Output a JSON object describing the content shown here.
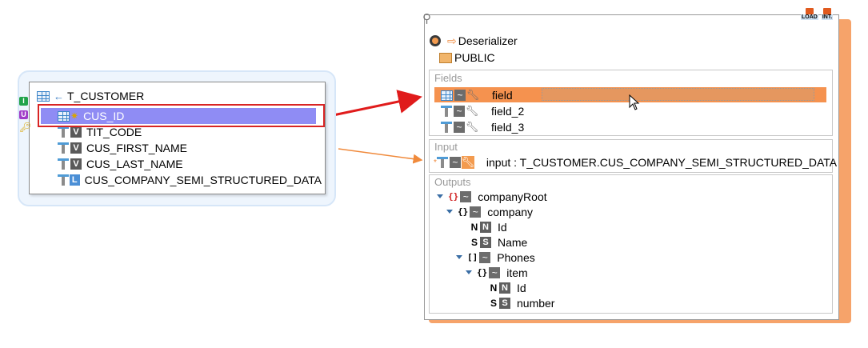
{
  "left_table": {
    "title": "T_CUSTOMER",
    "columns": [
      {
        "name": "CUS_ID",
        "type_icon": "key-icon"
      },
      {
        "name": "TIT_CODE",
        "type_icon": "V"
      },
      {
        "name": "CUS_FIRST_NAME",
        "type_icon": "V"
      },
      {
        "name": "CUS_LAST_NAME",
        "type_icon": "V"
      },
      {
        "name": "CUS_COMPANY_SEMI_STRUCTURED_DATA",
        "type_icon": "L"
      }
    ],
    "badges": [
      "I",
      "U"
    ]
  },
  "right_panel": {
    "top_icons": {
      "load": "LOAD",
      "int": "INT."
    },
    "component": "Deserializer",
    "schema": "PUBLIC",
    "fields_label": "Fields",
    "fields": [
      "field",
      "field_2",
      "field_3"
    ],
    "input_label": "Input",
    "input_value": "input : T_CUSTOMER.CUS_COMPANY_SEMI_STRUCTURED_DATA",
    "outputs_label": "Outputs",
    "outputs": [
      {
        "label": "companyRoot",
        "kind": "{}"
      },
      {
        "label": "company",
        "kind": "{}"
      },
      {
        "label": "Id",
        "kind": "N"
      },
      {
        "label": "Name",
        "kind": "S"
      },
      {
        "label": "Phones",
        "kind": "[]"
      },
      {
        "label": "item",
        "kind": "{}"
      },
      {
        "label": "Id",
        "kind": "N"
      },
      {
        "label": "number",
        "kind": "S"
      }
    ]
  },
  "colors": {
    "selection_blue": "#8f8cf4",
    "selection_orange": "#f5924f",
    "arrow_red": "#e01b1b",
    "arrow_orange": "#f08a3c"
  }
}
